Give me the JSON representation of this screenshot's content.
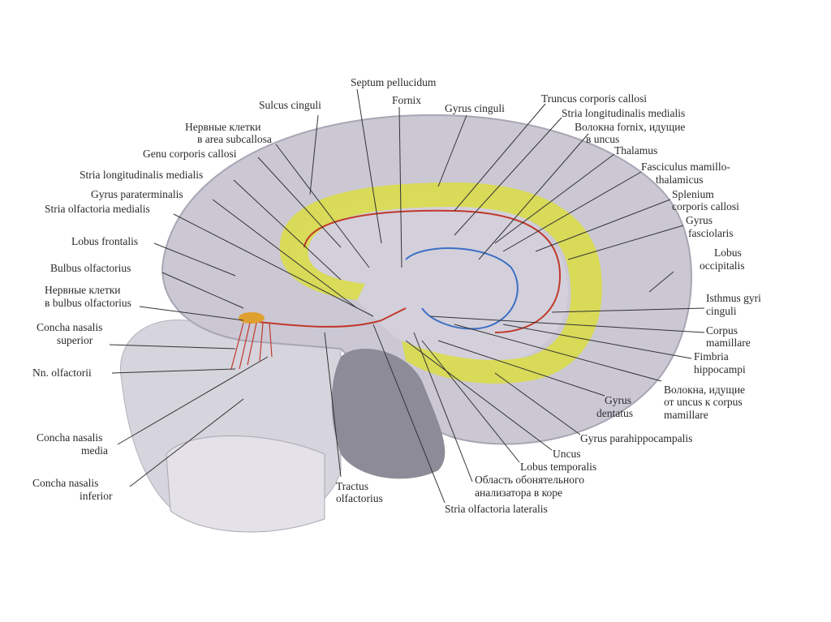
{
  "figure": {
    "labels": {
      "septum_pellucidum": "Septum pellucidum",
      "fornix": "Fornix",
      "gyrus_cinguli": "Gyrus cinguli",
      "sulcus_cinguli": "Sulcus cinguli",
      "nerve_cells_subcallosa_1": "Нервные клетки",
      "nerve_cells_subcallosa_2": "в area subcallosa",
      "genu_corporis_callosi": "Genu corporis callosi",
      "stria_long_med_left": "Stria longitudinalis medialis",
      "gyrus_paraterminalis": "Gyrus paraterminalis",
      "stria_olf_medialis": "Stria olfactoria medialis",
      "lobus_frontalis": "Lobus frontalis",
      "bulbus_olfactorius": "Bulbus olfactorius",
      "nerve_cells_bulbus_1": "Нервные клетки",
      "nerve_cells_bulbus_2": "в bulbus olfactorius",
      "concha_sup_1": "Concha nasalis",
      "concha_sup_2": "superior",
      "nn_olfactorii": "Nn. olfactorii",
      "concha_media_1": "Concha nasalis",
      "concha_media_2": "media",
      "concha_inf_1": "Concha nasalis",
      "concha_inf_2": "inferior",
      "tractus_1": "Tractus",
      "tractus_2": "olfactorius",
      "stria_olf_lateralis": "Stria olfactoria lateralis",
      "oblast_1": "Область обонятельного",
      "oblast_2": "анализатора в коре",
      "lobus_temporalis": "Lobus temporalis",
      "uncus": "Uncus",
      "gyrus_parahippocampalis": "Gyrus parahippocampalis",
      "gyrus_dentatus_1": "Gyrus",
      "gyrus_dentatus_2": "dentatus",
      "fibers_uncus_1": "Волокна, идущие",
      "fibers_uncus_2": "от uncus к corpus",
      "fibers_uncus_3": "mamillare",
      "fimbria_1": "Fimbria",
      "fimbria_2": "hippocampi",
      "corpus_mam_1": "Corpus",
      "corpus_mam_2": "mamillare",
      "isthmus_1": "Isthmus gyri",
      "isthmus_2": "cinguli",
      "lobus_occ_1": "Lobus",
      "lobus_occ_2": "occipitalis",
      "gyrus_fasc_1": "Gyrus",
      "gyrus_fasc_2": "fasciolaris",
      "splenium_1": "Splenium",
      "splenium_2": "corporis callosi",
      "fasciculus_1": "Fasciculus mamillo-",
      "fasciculus_2": "thalamicus",
      "thalamus": "Thalamus",
      "fornix_fibers_1": "Волокна fornix, идущие",
      "fornix_fibers_2": "в uncus",
      "stria_long_med_right": "Stria longitudinalis medialis",
      "truncus": "Truncus corporis callosi"
    },
    "colors": {
      "cortex": "#c9c6d2",
      "limbic": "#d9dc4a",
      "cerebellum": "#8f8c98",
      "nerve": "#c0392b",
      "vessel": "#3b6fc4"
    }
  }
}
